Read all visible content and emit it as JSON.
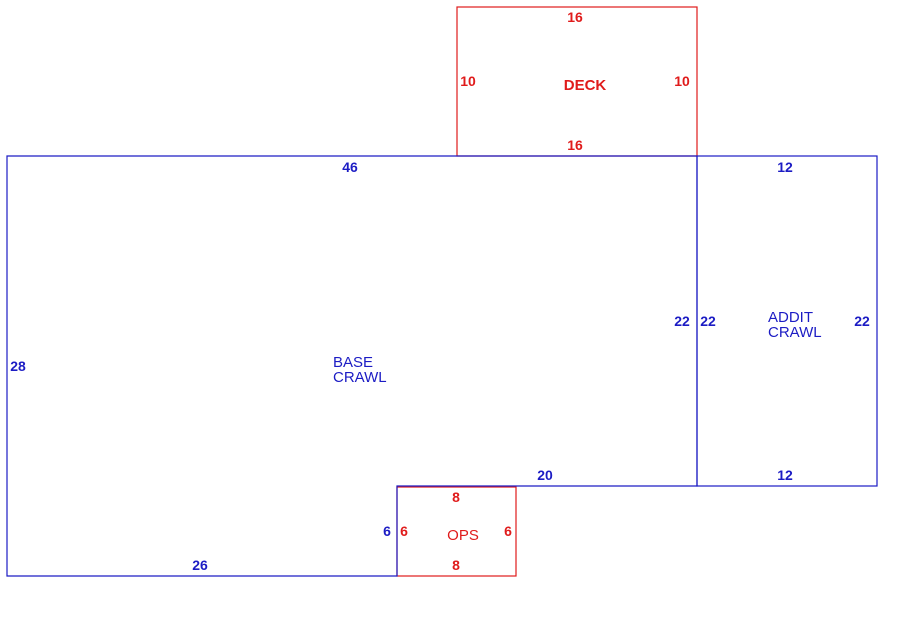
{
  "colors": {
    "blue": "#1c1cc4",
    "red": "#e01b1b"
  },
  "areas": {
    "base": {
      "label_line1": "BASE",
      "label_line2": "CRAWL",
      "color": "blue"
    },
    "addit": {
      "label_line1": "ADDIT",
      "label_line2": "CRAWL",
      "color": "blue"
    },
    "deck": {
      "label": "DECK",
      "color": "red"
    },
    "ops": {
      "label": "OPS",
      "color": "red"
    }
  },
  "dimensions": {
    "deck_top": "16",
    "deck_bottom": "16",
    "deck_left": "10",
    "deck_right": "10",
    "base_top": "46",
    "base_left": "28",
    "base_right": "22",
    "base_inner_bottom": "20",
    "base_bottom": "26",
    "base_notch_side": "6",
    "addit_top": "12",
    "addit_left": "22",
    "addit_right": "22",
    "addit_bottom": "12",
    "ops_top": "8",
    "ops_bottom": "8",
    "ops_left": "6",
    "ops_right": "6"
  }
}
